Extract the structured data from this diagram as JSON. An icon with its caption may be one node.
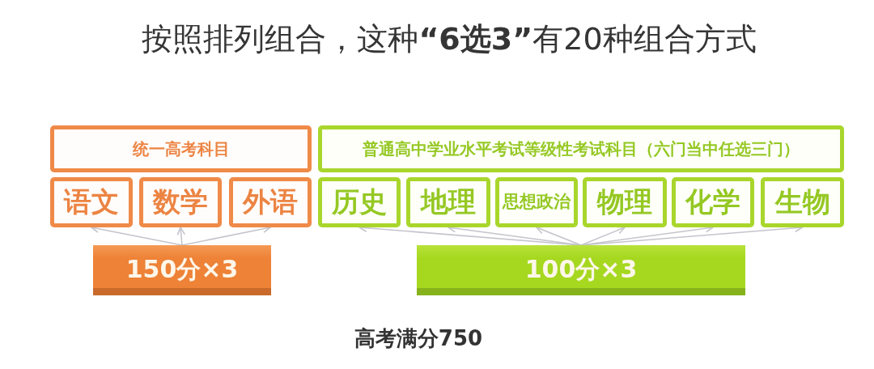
{
  "diagram": {
    "title": "按照排列组合，这种**“6选3”**有20种组合方式",
    "nodes": [
      {
        "text": [
          "统一高考科目"
        ]
      },
      {
        "text": [
          "普通高中学业水平考试等级性考试科目（六门当中任选三门）"
        ]
      },
      {
        "text": [
          "语文"
        ]
      },
      {
        "text": [
          "数学"
        ]
      },
      {
        "text": [
          "外语"
        ]
      },
      {
        "text": [
          "历史"
        ]
      },
      {
        "text": [
          "地理"
        ]
      },
      {
        "text": [
          "思想政治"
        ]
      },
      {
        "text": [
          "物理"
        ]
      },
      {
        "text": [
          "化学"
        ]
      },
      {
        "text": [
          "生物"
        ]
      },
      {
        "text": [
          "150分×3"
        ]
      },
      {
        "text": [
          "100分×3"
        ]
      }
    ],
    "edges": [
      {
        "from": 11,
        "to": 2,
        "arrow": "to"
      },
      {
        "from": 11,
        "to": 3,
        "arrow": "to"
      },
      {
        "from": 11,
        "to": 4,
        "arrow": "to"
      },
      {
        "from": 12,
        "to": 5,
        "arrow": "to"
      },
      {
        "from": 12,
        "to": 6,
        "arrow": "to"
      },
      {
        "from": 12,
        "to": 7,
        "arrow": "to"
      },
      {
        "from": 12,
        "to": 8,
        "arrow": "to"
      },
      {
        "from": 12,
        "to": 9,
        "arrow": "to"
      },
      {
        "from": 12,
        "to": 10,
        "arrow": "to"
      }
    ],
    "labels": [
      "高考满分750"
    ]
  }
}
